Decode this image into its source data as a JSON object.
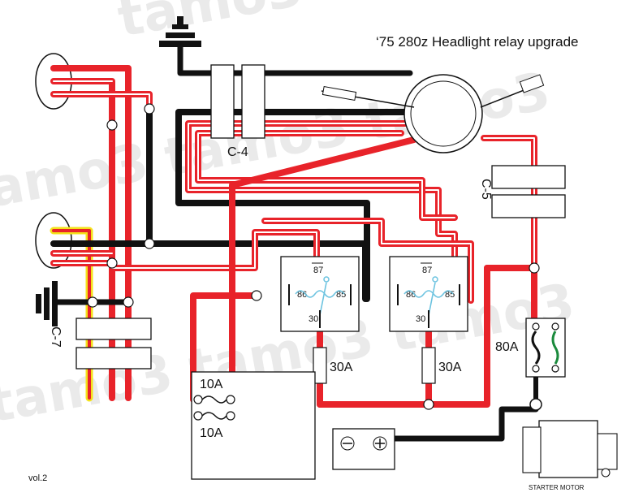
{
  "title": "‘75 280z Headlight relay upgrade",
  "version": "vol.2",
  "watermark": "tamo3 tamo3 tamo3",
  "connectors": {
    "c4": "C-4",
    "c5": "C-5",
    "c7": "C-7"
  },
  "relays": [
    {
      "pin87": "87",
      "pin86": "86",
      "pin85": "85",
      "pin30": "30"
    },
    {
      "pin87": "87",
      "pin86": "86",
      "pin85": "85",
      "pin30": "30"
    }
  ],
  "fuses": {
    "inline1": "30A",
    "inline2": "30A",
    "fusebox_top": "10A",
    "fusebox_bottom": "10A",
    "fusible_link": "80A"
  },
  "starter_label": "STARTER MOTOR",
  "colors": {
    "red": "#e8232a",
    "black": "#111111",
    "yellow": "#f4e21b",
    "blue": "#6cc3e0",
    "green": "#1a8a3c"
  }
}
